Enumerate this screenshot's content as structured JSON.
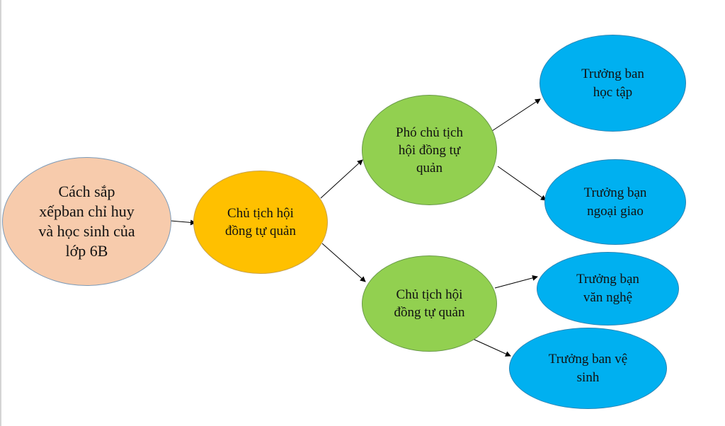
{
  "diagram": {
    "root": {
      "line1": "Cách sắp",
      "line2": "xếpban chỉ huy",
      "line3": "và học sinh của",
      "line4": "lớp 6B"
    },
    "chair": {
      "line1": "Chủ tịch hội",
      "line2": "đồng tự quản"
    },
    "vice_chair": {
      "line1": "Phó chủ tịch",
      "line2": "hội đồng tự",
      "line3": "quản"
    },
    "chair_lower": {
      "line1": "Chủ tịch hội",
      "line2": "đồng tự quản"
    },
    "study_head": {
      "line1": "Trưởng ban",
      "line2": "học tập"
    },
    "external_head": {
      "line1": "Trưởng bạn",
      "line2": "ngoại giao"
    },
    "arts_head": {
      "line1": "Trưởng bạn",
      "line2": "văn nghệ"
    },
    "hygiene_head": {
      "line1": "Trưởng ban vệ",
      "line2": "sinh"
    }
  },
  "colors": {
    "root": "#f7cbac",
    "chair": "#ffc000",
    "green": "#92d050",
    "blue": "#00b0f0",
    "arrow": "#000000"
  }
}
